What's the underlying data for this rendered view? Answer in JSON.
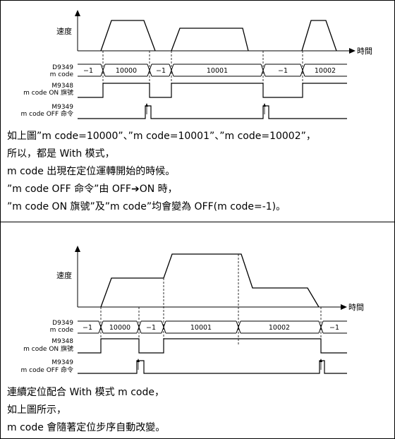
{
  "diagram1": {
    "speed_label": "速度",
    "time_label": "時間",
    "d_label_1": "D9349",
    "d_label_2": "m code",
    "on_label_1": "M9348",
    "on_label_2": "m code ON 旗號",
    "off_label_1": "M9349",
    "off_label_2": "m code OFF 命令",
    "segments": [
      "−1",
      "10000",
      "−1",
      "10001",
      "−1",
      "10002"
    ]
  },
  "notes1": [
    "如上圖”m code=10000”、”m code=10001”、”m code=10002”，",
    "所以，都是 With 模式，",
    "m code 出現在定位運轉開始的時候。",
    "”m code OFF 命令”由 OFF",
    "ON 時，",
    "”m code ON 旗號”及”m code”均會變為 OFF(m code=-1)。"
  ],
  "diagram2": {
    "speed_label": "速度",
    "time_label": "時間",
    "d_label_1": "D9349",
    "d_label_2": "m code",
    "on_label_1": "M9348",
    "on_label_2": "m code ON 旗號",
    "off_label_1": "M9349",
    "off_label_2": "m code OFF 命令",
    "segments": [
      "−1",
      "10000",
      "−1",
      "10001",
      "10002",
      "−1"
    ]
  },
  "notes2": [
    "連續定位配合 With 模式 m code，",
    "如上圖所示，",
    "m code 會隨著定位步序自動改變。"
  ]
}
